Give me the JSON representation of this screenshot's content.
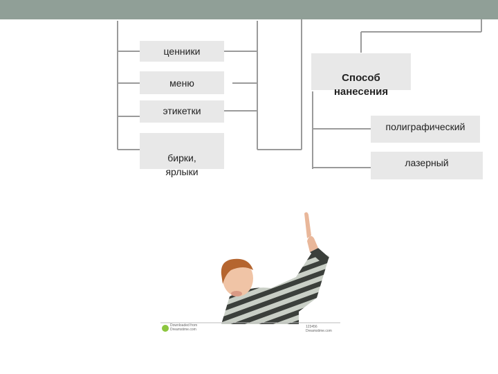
{
  "left_items": [
    {
      "label": "ценники"
    },
    {
      "label": "меню"
    },
    {
      "label": "этикетки"
    },
    {
      "label": "бирки,\nярлыки"
    }
  ],
  "method": {
    "label": "Способ\nнанесения"
  },
  "method_items": [
    {
      "label": "полиграфический"
    },
    {
      "label": "лазерный"
    }
  ],
  "photo": {
    "watermark_left": "Downloaded from\nDreamstime.com",
    "watermark_right": "123456\nDreamstime.com"
  },
  "colors": {
    "topbar": "#909f97",
    "box": "#e8e8e8",
    "line": "#9a9a9a",
    "stripe_dark": "#3b3f3b",
    "stripe_light": "#c9cfc6"
  }
}
